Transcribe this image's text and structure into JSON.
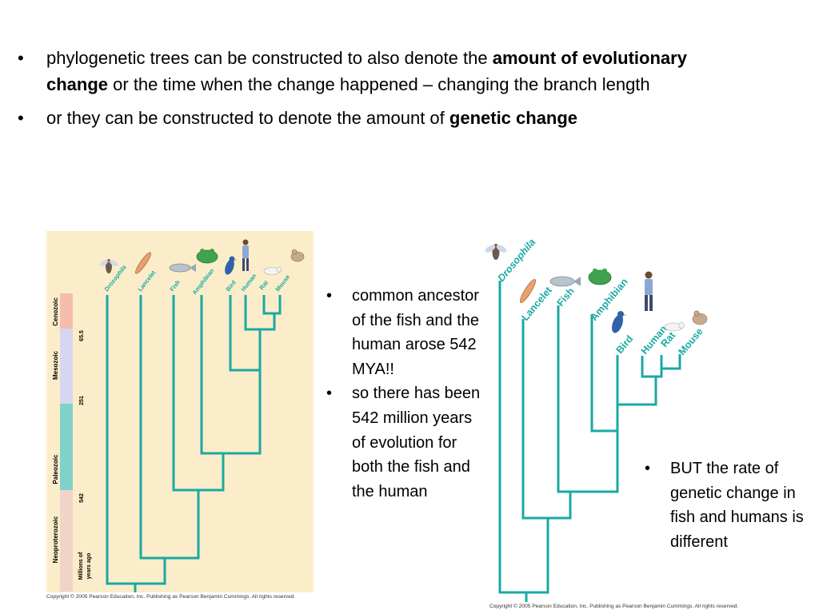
{
  "bullets_top": [
    {
      "pre": "phylogenetic trees can be constructed to also denote the ",
      "bold": "amount of evolutionary change",
      "post": " or the time when the change happened – changing the branch length"
    },
    {
      "pre": "or they can be constructed to denote the amount of ",
      "bold": "genetic change",
      "post": ""
    }
  ],
  "bullets_middle": [
    "common ancestor of the fish and the human arose 542 MYA!!",
    "so there has been 542 million years of evolution for both the fish and the human"
  ],
  "bullets_right": [
    "BUT the rate of genetic change in fish and humans is different"
  ],
  "left_tree": {
    "taxa": [
      "Drosophila",
      "Lancelet",
      "Fish",
      "Amphibian",
      "Bird",
      "Human",
      "Rat",
      "Mouse"
    ],
    "eras": [
      "Cenozoic",
      "Mesozoic",
      "Paleozoic",
      "Neoproterozoic"
    ],
    "era_colors": [
      "#f6bcae",
      "#d7d6f1",
      "#7fd1c9",
      "#f1d4c8"
    ],
    "time_marks": [
      "65.5",
      "251",
      "542"
    ],
    "axis_label_line1": "Millions of",
    "axis_label_line2": "years ago",
    "copyright": "Copyright © 2005 Pearson Education, Inc. Publishing as Pearson Benjamin Cummings. All rights reserved."
  },
  "right_tree": {
    "taxa": [
      "Drosophila",
      "Lancelet",
      "Fish",
      "Amphibian",
      "Bird",
      "Human",
      "Rat",
      "Mouse"
    ],
    "copyright": "Copyright © 2005 Pearson Education, Inc. Publishing as Pearson Benjamin Cummings. All rights reserved."
  },
  "colors": {
    "branch": "#1aa9a4",
    "panel_bg": "#fbedc9",
    "label_color": "#1aa9a4"
  }
}
